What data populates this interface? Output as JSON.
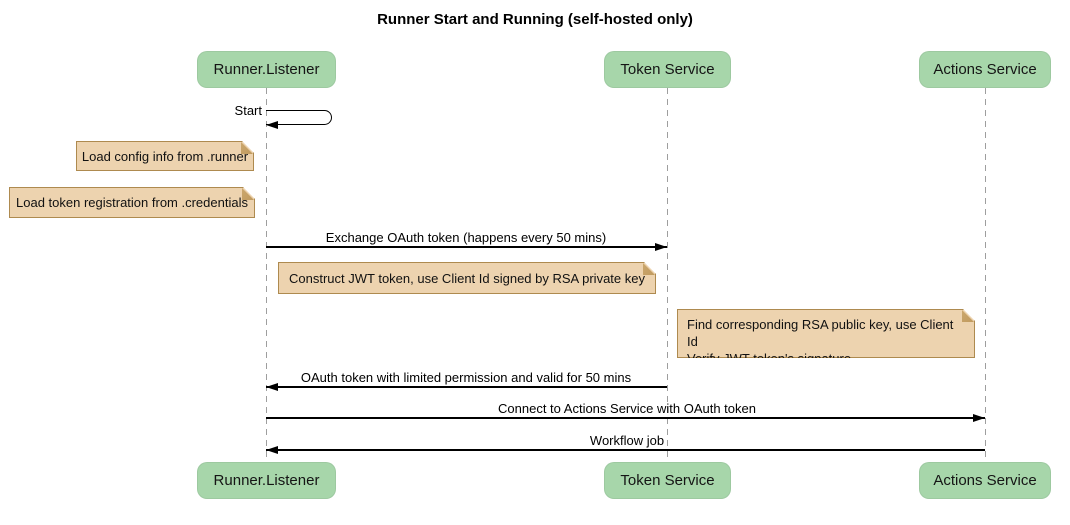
{
  "title": "Runner Start and Running (self-hosted only)",
  "participants": [
    {
      "id": "runner-listener",
      "label": "Runner.Listener"
    },
    {
      "id": "token-service",
      "label": "Token Service"
    },
    {
      "id": "actions-service",
      "label": "Actions Service"
    }
  ],
  "messages": [
    {
      "label": "Start",
      "kind": "self-message",
      "from": "Runner.Listener",
      "to": "Runner.Listener"
    },
    {
      "label": "Exchange OAuth token (happens every 50 mins)",
      "kind": "solid-arrow",
      "from": "Runner.Listener",
      "to": "Token Service"
    },
    {
      "label": "OAuth token with limited permission and valid for 50 mins",
      "kind": "solid-arrow",
      "from": "Token Service",
      "to": "Runner.Listener"
    },
    {
      "label": "Connect to Actions Service with OAuth token",
      "kind": "solid-arrow",
      "from": "Runner.Listener",
      "to": "Actions Service"
    },
    {
      "label": "Workflow job",
      "kind": "solid-arrow",
      "from": "Actions Service",
      "to": "Runner.Listener"
    }
  ],
  "notes": [
    {
      "position": "left of Runner.Listener",
      "lines": [
        "Load config info from .runner"
      ]
    },
    {
      "position": "left of Runner.Listener",
      "lines": [
        "Load token registration from .credentials"
      ]
    },
    {
      "position": "right of Runner.Listener",
      "lines": [
        "Construct JWT token, use Client Id signed by RSA private key"
      ]
    },
    {
      "position": "left of Actions Service",
      "lines": [
        "Find corresponding RSA public key, use Client Id",
        "Verify JWT token's signature"
      ]
    }
  ],
  "colors": {
    "participant_fill": "#A7D6AA",
    "note_fill": "#EDD3AF",
    "note_border": "#AE8A4F",
    "lifeline": "#9E9E9E",
    "message_line": "#000000",
    "background": "#FFFFFF"
  }
}
